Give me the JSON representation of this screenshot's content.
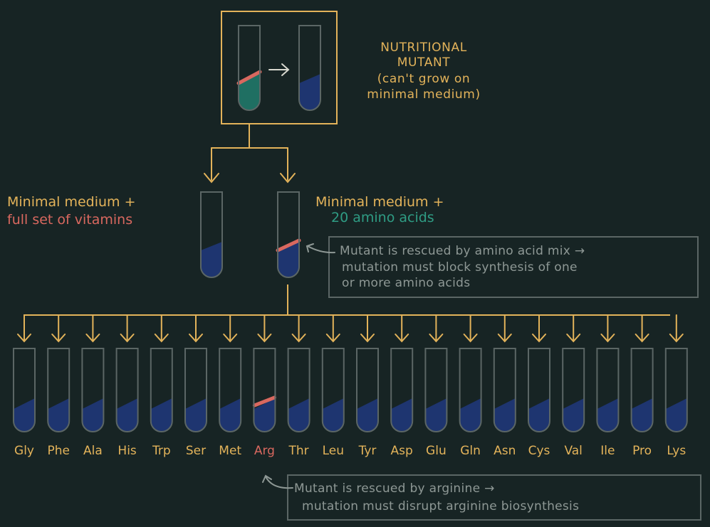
{
  "mutant_label": {
    "line1": "NUTRITIONAL",
    "line2": "MUTANT",
    "line3": "(can't grow on",
    "line4": "minimal medium)"
  },
  "left_branch": {
    "line1": "Minimal medium +",
    "line2": "full set of vitamins"
  },
  "right_branch": {
    "line1": "Minimal medium +",
    "line2": "20 amino acids"
  },
  "note_amino": {
    "line1": "Mutant is rescued by amino acid mix →",
    "line2": "mutation must block synthesis of one",
    "line3": "or more amino acids"
  },
  "amino_acids": [
    "Gly",
    "Phe",
    "Ala",
    "His",
    "Trp",
    "Ser",
    "Met",
    "Arg",
    "Thr",
    "Leu",
    "Tyr",
    "Asp",
    "Glu",
    "Gln",
    "Asn",
    "Cys",
    "Val",
    "Ile",
    "Pro",
    "Lys"
  ],
  "rescued_index": 7,
  "note_arg": {
    "line1": "Mutant is rescued by arginine →",
    "line2": "mutation must disrupt arginine biosynthesis"
  },
  "colors": {
    "background": "#172424",
    "gold": "#e3b35a",
    "medium_blue": "#1e3570",
    "growth_teal": "#1f6f62",
    "growth_red": "#d9685f",
    "tube_outline": "#5b6665",
    "note_gray": "#8e9895"
  }
}
